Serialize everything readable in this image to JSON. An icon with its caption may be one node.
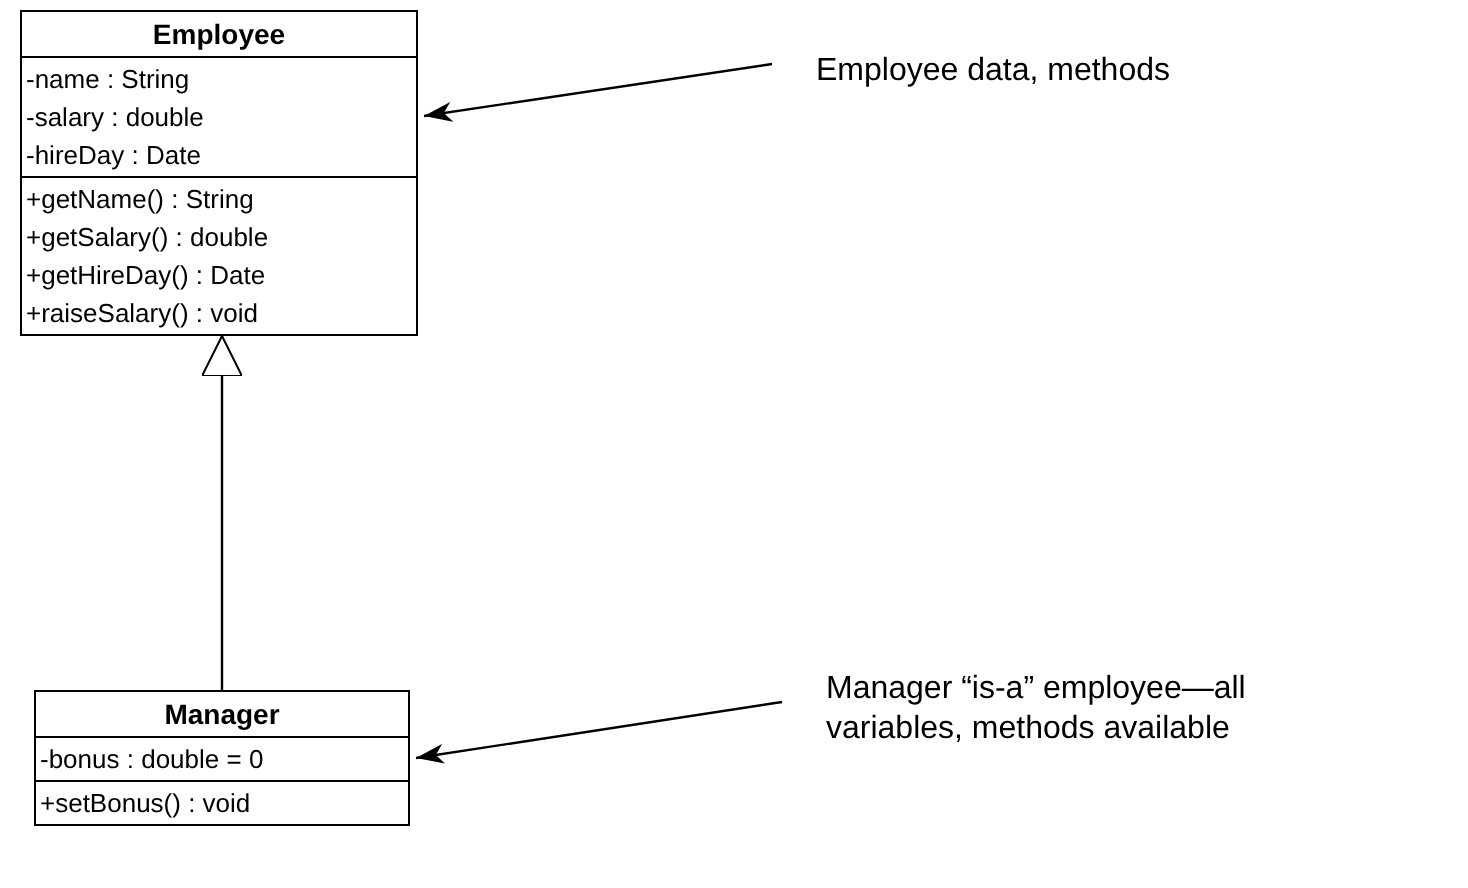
{
  "diagram": {
    "nodes": [
      {
        "text": [
          "Employee"
        ]
      },
      {
        "text": [
          "-name : String",
          "-salary : double",
          "-hireDay : Date"
        ],
        "in": 0
      },
      {
        "text": [
          "+getName() : String",
          "+getSalary() : double",
          "+getHireDay() : Date",
          "+raiseSalary() : void"
        ],
        "in": 0
      },
      {
        "text": [
          "Manager"
        ]
      },
      {
        "text": [
          "-bonus : double = 0"
        ],
        "in": 3
      },
      {
        "text": [
          "+setBonus() : void"
        ],
        "in": 3
      },
      {
        "text": [
          "Employee data, methods"
        ]
      },
      {
        "text": [
          "Manager “is-a” employee—all variables, methods available"
        ]
      }
    ],
    "edges": [
      {
        "from": 3,
        "to": 0,
        "arrow": "to"
      },
      {
        "from": 6,
        "to": 1,
        "arrow": "to"
      },
      {
        "from": 7,
        "to": 4,
        "arrow": "to"
      }
    ]
  }
}
